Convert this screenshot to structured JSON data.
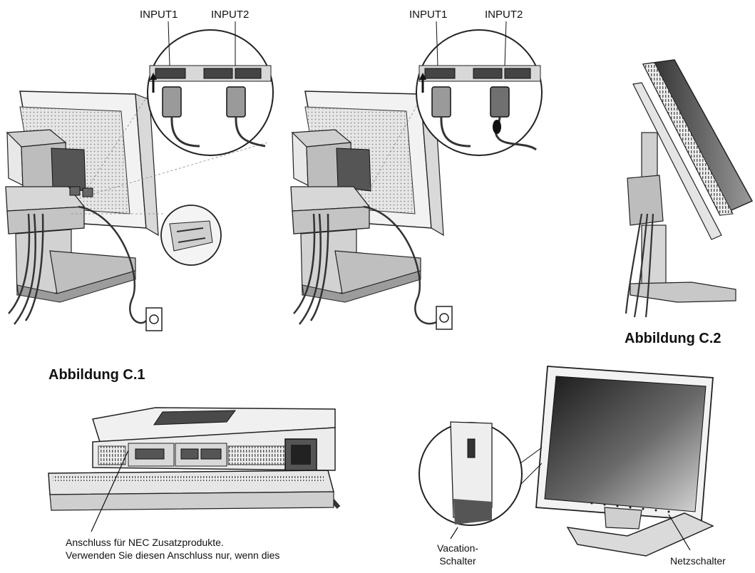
{
  "fig1": {
    "caption": "Abbildung C.1",
    "input1": "INPUT1",
    "input2": "INPUT2"
  },
  "fig1b": {
    "input1": "INPUT1",
    "input2": "INPUT2"
  },
  "fig2": {
    "caption": "Abbildung C.2"
  },
  "bottom_left": {
    "note_line1": "Anschluss für NEC Zusatzprodukte.",
    "note_line2": "Verwenden Sie diesen Anschluss nur, wenn dies"
  },
  "bottom_right": {
    "vacation_line1": "Vacation-",
    "vacation_line2": "Schalter",
    "power_switch": "Netzschalter"
  }
}
